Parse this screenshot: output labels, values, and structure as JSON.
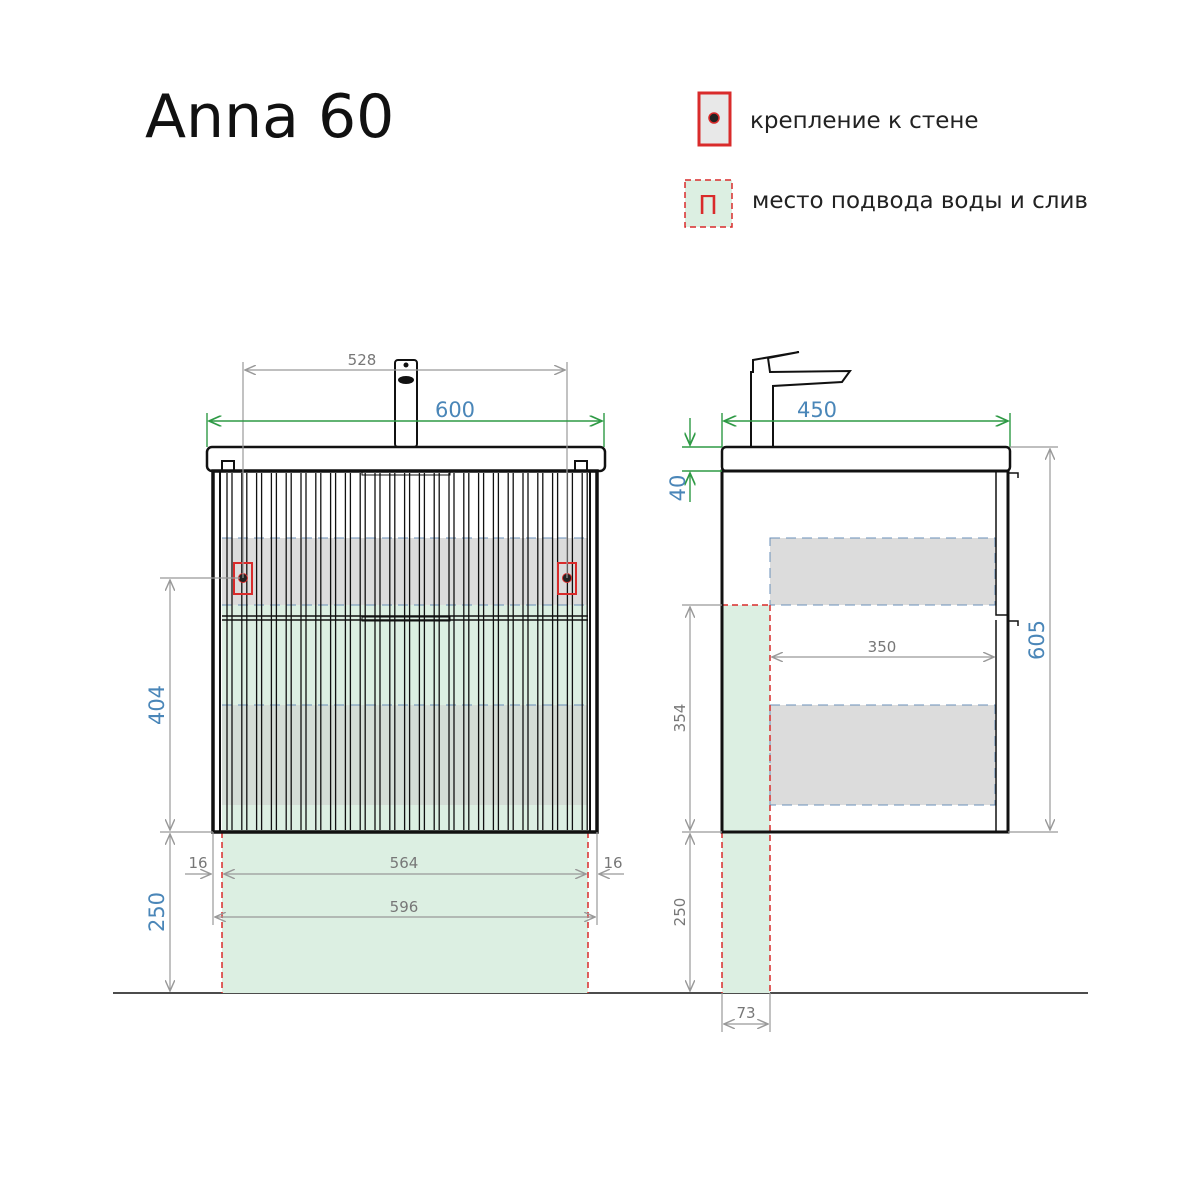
{
  "title": "Anna 60",
  "legend": {
    "wall_mount": "крепление к стене",
    "water_supply": "место подвода воды и слив",
    "water_symbol": "П"
  },
  "front_view": {
    "dim_528": "528",
    "dim_600": "600",
    "dim_404": "404",
    "dim_250": "250",
    "dim_564": "564",
    "dim_596": "596",
    "dim_16_left": "16",
    "dim_16_right": "16"
  },
  "side_view": {
    "dim_450": "450",
    "dim_40": "40",
    "dim_605": "605",
    "dim_350": "350",
    "dim_354": "354",
    "dim_250": "250",
    "dim_73": "73"
  },
  "colors": {
    "mount": "#d92b2b",
    "dim_blue": "#4a86b8",
    "dim_green": "#2e9a45",
    "zone_green": "#dcefe2",
    "zone_gray": "#dcdcdc"
  }
}
